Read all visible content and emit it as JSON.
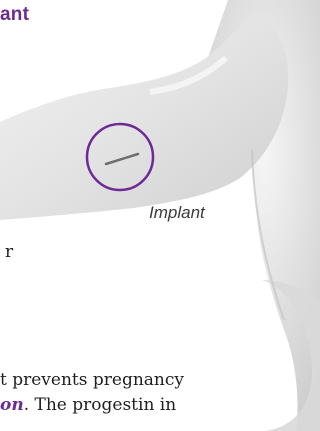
{
  "heading": "ant",
  "caption": "Implant",
  "stray_text": "r",
  "body": {
    "line1": "t prevents pregnancy",
    "line2_emphasis": "on",
    "line2_rest": ". The progestin in"
  },
  "colors": {
    "accent": "#6d2a96",
    "skin": "#e6e6e6"
  }
}
